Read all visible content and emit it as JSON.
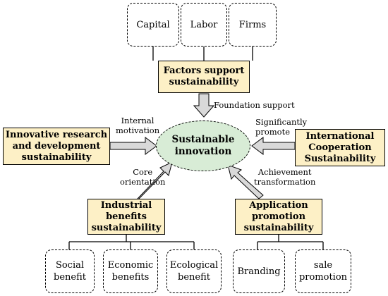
{
  "center": {
    "label": "Sustainable\ninnovation",
    "fill": "#d8ecd6"
  },
  "factors": {
    "label": "Factors support\nsustainability",
    "sources": [
      "Capital",
      "Labor",
      "Firms"
    ],
    "arrow_label": "Foundation support"
  },
  "rnd": {
    "label": "Innovative research\nand development\nsustainability",
    "arrow_label": "Internal\nmotivation"
  },
  "international": {
    "label": "International\nCooperation\nSustainability",
    "arrow_label": "Significantly\npromote"
  },
  "industrial": {
    "label": "Industrial\nbenefits\nsustainability",
    "arrow_label": "Core\norientation",
    "children": [
      "Social\nbenefit",
      "Economic\nbenefits",
      "Ecological\nbenefit"
    ]
  },
  "application": {
    "label": "Application\npromotion\nsustainability",
    "arrow_label": "Achievement\ntransformation",
    "children": [
      "Branding",
      "sale\npromotion"
    ]
  },
  "colors": {
    "box_fill": "#fdf0c6",
    "arrow_fill": "#d9d9d9",
    "ellipse_fill": "#d8ecd6"
  }
}
